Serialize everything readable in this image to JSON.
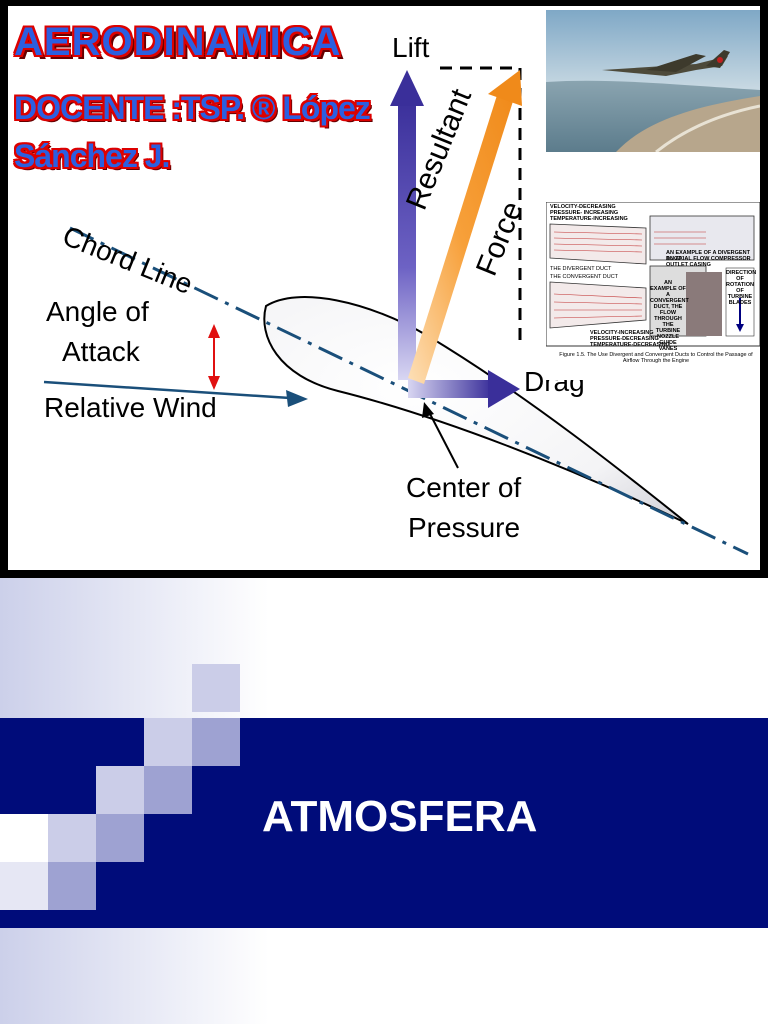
{
  "slide": {
    "title": "AERODINAMICA",
    "author_line1": "DOCENTE :TSP. ® López",
    "author_line2": "Sánchez  J.",
    "section_title": "ATMOSFERA"
  },
  "diagram": {
    "lift": "Lift",
    "drag": "Drag",
    "resultant": "Resultant",
    "force": "Force",
    "chord_line": "Chord Line",
    "angle_of": "Angle of",
    "attack": "Attack",
    "relative_wind": "Relative Wind",
    "center_of": "Center of",
    "pressure": "Pressure"
  },
  "reference_figure": {
    "lines": [
      "VELOCITY-DECREASING",
      "PRESSURE- INCREASING",
      "TEMPERATURE-INCREASING",
      "THE DIVERGENT DUCT",
      "THE CONVERGENT DUCT",
      "AN EXAMPLE OF A DIVERGENT DUCT",
      "AN AXIAL FLOW COMPRESSOR",
      "OUTLET CASING",
      "AN EXAMPLE OF A CONVERGENT DUCT, THE FLOW THROUGH THE TURBINE NOZZLE GUIDE VANES",
      "DIRECTION OF ROTATION OF TURBINE BLADES",
      "VELOCITY-INCREASING",
      "PRESSURE-DECREASING",
      "TEMPERATURE-DECREASING",
      "Figure 1.5.  The Use Divergent and Convergent Ducts to Control the Passage of Airflow Through the Engine"
    ]
  },
  "colors": {
    "title_fill": "#2b5fe0",
    "title_outline": "#dd0000",
    "lift_arrow": "#4a3ca8",
    "resultant_arrow": "#f7a03a",
    "chord_line": "#1a4f7a",
    "angle_marker": "#e01010",
    "banner": "#000c7a"
  }
}
